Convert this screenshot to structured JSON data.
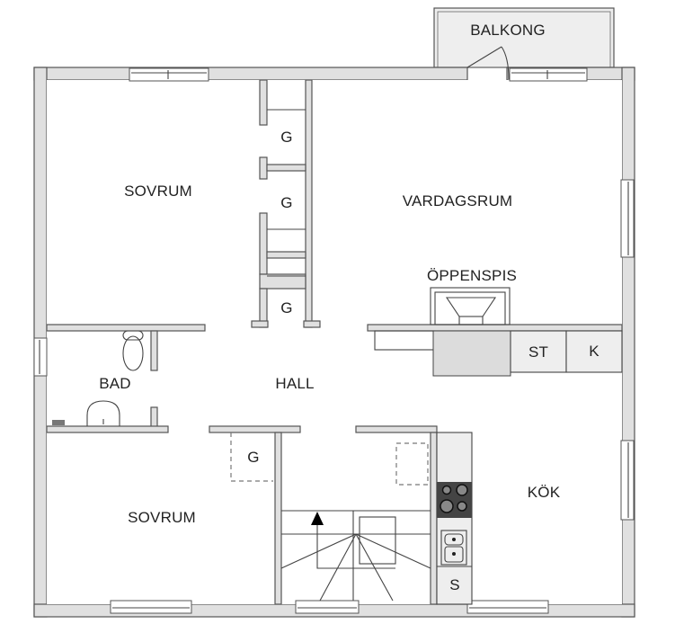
{
  "floorplan": {
    "rooms": {
      "balcony": "BALKONG",
      "living_room": "VARDAGSRUM",
      "fireplace": "ÖPPENSPIS",
      "bedroom_top": "SOVRUM",
      "bedroom_bottom": "SOVRUM",
      "bathroom": "BAD",
      "hall": "HALL",
      "kitchen": "KÖK"
    },
    "fixtures": {
      "closet_1": "G",
      "closet_2": "G",
      "closet_3": "G",
      "closet_4": "G",
      "stove_cabinet": "ST",
      "fridge": "K",
      "dishwasher": "S"
    },
    "colors": {
      "wall_fill": "#e0e0e0",
      "wall_stroke": "#555555",
      "cooktop": "#444444",
      "background": "#ffffff"
    }
  }
}
